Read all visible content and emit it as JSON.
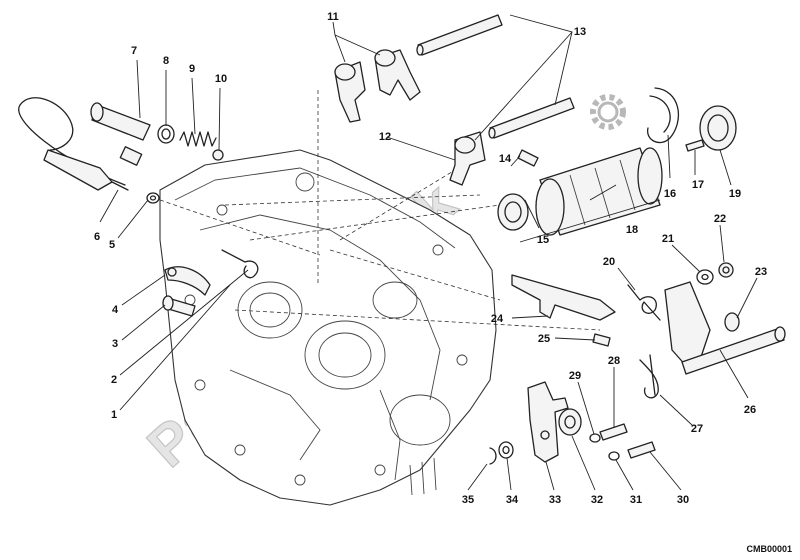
{
  "callouts": [
    {
      "n": "1",
      "label": "1"
    },
    {
      "n": "2",
      "label": "2"
    },
    {
      "n": "3",
      "label": "3"
    },
    {
      "n": "4",
      "label": "4"
    },
    {
      "n": "5",
      "label": "5"
    },
    {
      "n": "6",
      "label": "6"
    },
    {
      "n": "7",
      "label": "7"
    },
    {
      "n": "8",
      "label": "8"
    },
    {
      "n": "9",
      "label": "9"
    },
    {
      "n": "10",
      "label": "10"
    },
    {
      "n": "11",
      "label": "11"
    },
    {
      "n": "12",
      "label": "12"
    },
    {
      "n": "13",
      "label": "13"
    },
    {
      "n": "14",
      "label": "14"
    },
    {
      "n": "15",
      "label": "15"
    },
    {
      "n": "16",
      "label": "16"
    },
    {
      "n": "17",
      "label": "17"
    },
    {
      "n": "18",
      "label": "18"
    },
    {
      "n": "19",
      "label": "19"
    },
    {
      "n": "20",
      "label": "20"
    },
    {
      "n": "21",
      "label": "21"
    },
    {
      "n": "22",
      "label": "22"
    },
    {
      "n": "23",
      "label": "23"
    },
    {
      "n": "24",
      "label": "24"
    },
    {
      "n": "25",
      "label": "25"
    },
    {
      "n": "26",
      "label": "26"
    },
    {
      "n": "27",
      "label": "27"
    },
    {
      "n": "28",
      "label": "28"
    },
    {
      "n": "29",
      "label": "29"
    },
    {
      "n": "30",
      "label": "30"
    },
    {
      "n": "31",
      "label": "31"
    },
    {
      "n": "32",
      "label": "32"
    },
    {
      "n": "33",
      "label": "33"
    },
    {
      "n": "34",
      "label": "34"
    },
    {
      "n": "35",
      "label": "35"
    }
  ],
  "drawing_code": "CMB00001",
  "watermark": "PartsRepublik"
}
